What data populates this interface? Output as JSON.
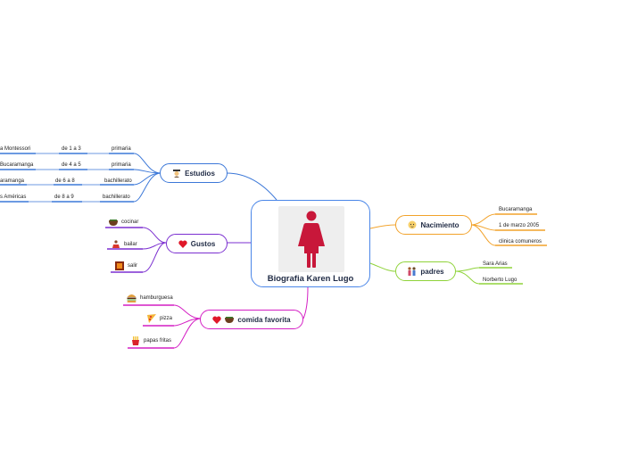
{
  "central": {
    "title": "Biografia Karen Lugo"
  },
  "estudios": {
    "label": "Estudios",
    "rows": [
      {
        "school": "a Montessori",
        "grades": "de 1 a 3",
        "level": "primaria"
      },
      {
        "school": "Bucaramanga",
        "grades": "de 4 a 5",
        "level": "primaria"
      },
      {
        "school": "aramanga",
        "grades": "de 6 a 8",
        "level": "bachillerato"
      },
      {
        "school": "s Américas",
        "grades": "de 8 a 9",
        "level": "bachillerato"
      }
    ]
  },
  "gustos": {
    "label": "Gustos",
    "items": [
      "cocinar",
      "bailar",
      "salir"
    ]
  },
  "comida": {
    "label": "comida favorita",
    "items": [
      "hamburguesa",
      "pizza",
      "papas fritas"
    ]
  },
  "nacimiento": {
    "label": "Nacimiento",
    "items": [
      "Bucaramanga",
      "1 de marzo 2005",
      "clinica comuneros"
    ]
  },
  "padres": {
    "label": "padres",
    "items": [
      "Sara Arias",
      "Norberto Lugo"
    ]
  },
  "colors": {
    "estudios": "#3c78d8",
    "gustos": "#7b2fd0",
    "comida": "#d41fc4",
    "nacimiento": "#f2a22a",
    "padres": "#8fd33a",
    "central": "#4a86e8",
    "figure": "#c8173a"
  }
}
